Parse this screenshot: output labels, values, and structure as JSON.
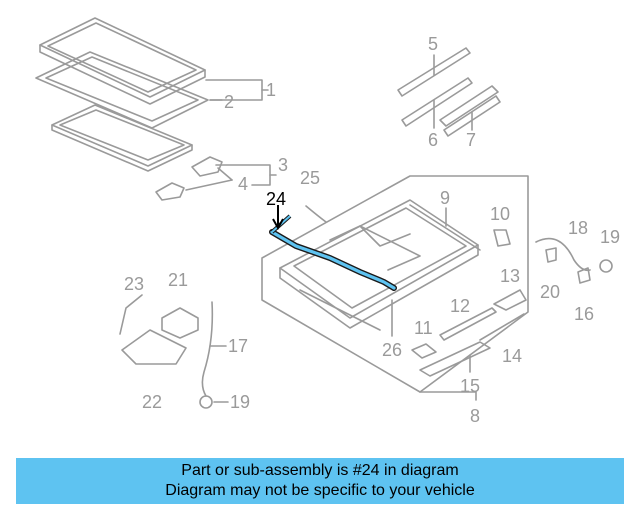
{
  "diagram": {
    "callouts": [
      "1",
      "2",
      "3",
      "4",
      "5",
      "6",
      "7",
      "8",
      "9",
      "10",
      "11",
      "12",
      "13",
      "14",
      "15",
      "16",
      "17",
      "18",
      "19",
      "19",
      "20",
      "21",
      "22",
      "23",
      "24",
      "25",
      "26"
    ],
    "highlighted_callout": "24",
    "highlight_color": "#5ec3f1",
    "line_color": "#9a9a9a"
  },
  "banner": {
    "line1": "Part or sub-assembly is #24 in diagram",
    "line2": "Diagram may not be specific to your vehicle",
    "background": "#5ec3f1"
  }
}
